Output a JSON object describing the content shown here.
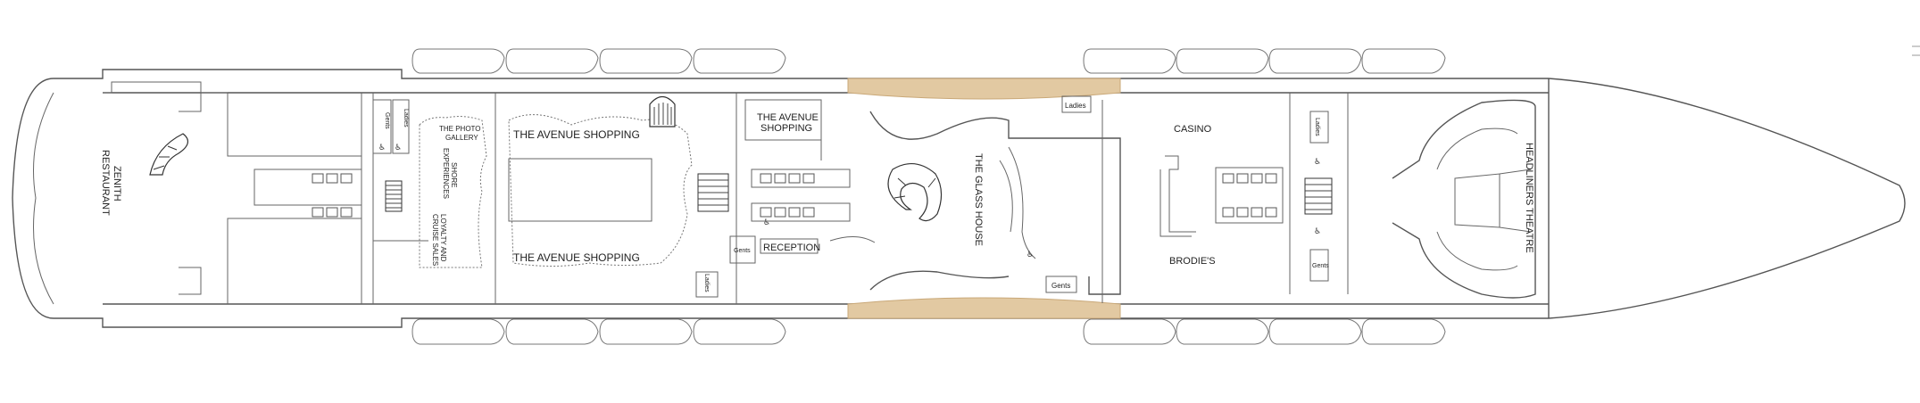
{
  "rooms": {
    "zenith_restaurant": [
      "ZENITH",
      "RESTAURANT"
    ],
    "photo_gallery": [
      "THE PHOTO",
      "GALLERY"
    ],
    "shore_experiences": [
      "SHORE",
      "EXPERIENCES"
    ],
    "loyalty_cruise_sales": [
      "LOYALTY AND",
      "CRUISE SALES"
    ],
    "avenue_shopping_top": "THE AVENUE SHOPPING",
    "avenue_shopping_bottom": "THE AVENUE SHOPPING",
    "avenue_shopping_small": [
      "THE AVENUE",
      "SHOPPING"
    ],
    "reception": "RECEPTION",
    "glass_house": "THE GLASS HOUSE",
    "casino": "CASINO",
    "brodies": "BRODIE'S",
    "headliners_theatre": "HEADLINERS THEATRE"
  },
  "restrooms": {
    "ladies": "Ladies",
    "gents": "Gents"
  },
  "colors": {
    "promenade_deck": "#e2c9a2",
    "walls": "#555555"
  },
  "icons": [
    "wheelchair-icon",
    "elevator-icon",
    "staircase-icon",
    "lifeboat-icon"
  ]
}
